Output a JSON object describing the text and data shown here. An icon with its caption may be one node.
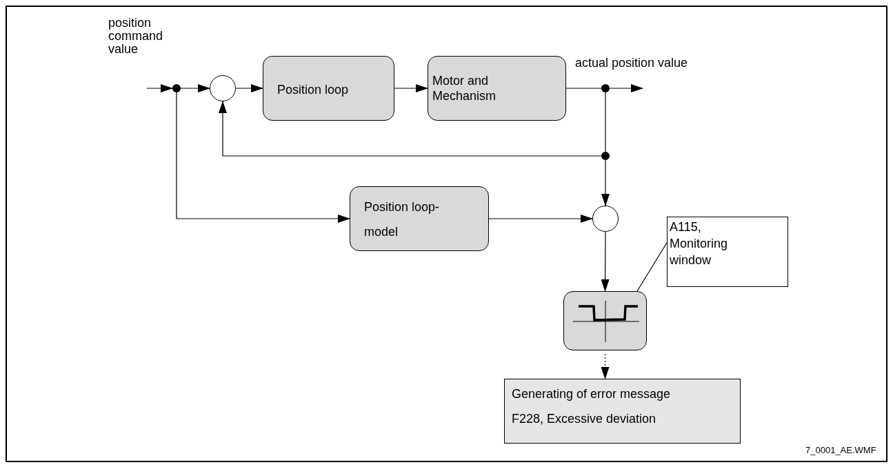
{
  "diagram": {
    "nodes": [
      {
        "text": [],
        "shape": "circle"
      },
      {
        "text": [],
        "shape": "circle"
      },
      {
        "text": [
          "Position loop"
        ]
      },
      {
        "text": [
          "Motor and Mechanism"
        ]
      },
      {
        "text": [],
        "shape": "circle"
      },
      {
        "text": [],
        "shape": "circle"
      },
      {
        "text": [
          "Position loop-model"
        ]
      },
      {
        "text": [],
        "shape": "circle"
      },
      {
        "text": [],
        "shape": "box"
      },
      {
        "text": [
          "Generating of error message",
          "F228, Excessive deviation"
        ]
      },
      {
        "text": [
          "A115, Monitoring window"
        ]
      }
    ],
    "edges": [
      {
        "from": null,
        "to": 0,
        "arrow": "to"
      },
      {
        "from": 0,
        "to": 1,
        "arrow": "to"
      },
      {
        "from": 1,
        "to": 2,
        "arrow": "to"
      },
      {
        "from": 2,
        "to": 3,
        "arrow": "to"
      },
      {
        "from": 3,
        "to": 4,
        "arrow": "none"
      },
      {
        "from": 4,
        "to": null,
        "arrow": "to"
      },
      {
        "from": 4,
        "to": 5,
        "arrow": "none"
      },
      {
        "from": 5,
        "to": 1,
        "arrow": "to"
      },
      {
        "from": 5,
        "to": 7,
        "arrow": "to"
      },
      {
        "from": 0,
        "to": 6,
        "arrow": "to"
      },
      {
        "from": 6,
        "to": 7,
        "arrow": "to"
      },
      {
        "from": 7,
        "to": 8,
        "arrow": "to"
      },
      {
        "from": 8,
        "to": 9,
        "arrow": "to",
        "style": "dashed"
      },
      {
        "from": 10,
        "to": 8,
        "arrow": "none"
      }
    ],
    "labels": [
      "position command value",
      "actual position value",
      "7_0001_AE.WMF"
    ]
  }
}
